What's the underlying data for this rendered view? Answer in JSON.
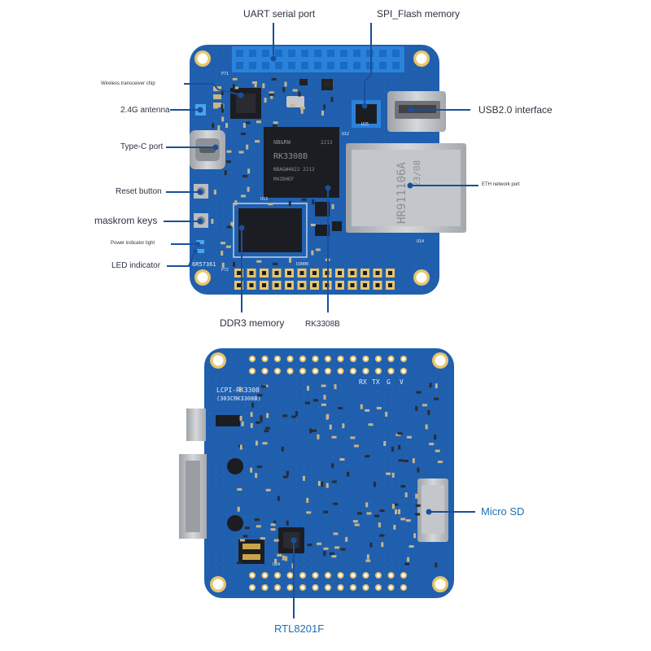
{
  "labels": {
    "uart": "UART serial port",
    "spi_flash": "SPI_Flash memory",
    "wireless_chip": "Wireless transceiver chip",
    "antenna": "2.4G antenna",
    "usb": "USB2.0 interface",
    "typec": "Type-C port",
    "eth": "ETH network port",
    "reset": "Reset button",
    "maskrom": "maskrom keys",
    "power_light": "Power indicator light",
    "led": "LED indicator",
    "ddr3": "DDR3 memory",
    "rk3308b": "RK3308B",
    "micro_sd": "Micro SD",
    "rtl8201f": "RTL8201F"
  },
  "silkscreen": {
    "soc_line1": "NB&RW",
    "soc_line2": "RK3308B",
    "soc_line3": "NBA&W4822 2212",
    "soc_line4": "M42DHEF",
    "soc_year": "2213",
    "eth_mark1": "HR911106A",
    "eth_mark2": "23/08",
    "board_code": "6R57361",
    "ref_u13": "U13",
    "ref_u12": "U12",
    "ref_u14": "U14",
    "ref_u25": "U25",
    "ref_p71": "P71",
    "ref_p72": "P72",
    "ref_u3000": "U3000",
    "ref_u24": "U24",
    "back_name": "LCPI-RK3308",
    "back_code": "(303CRK3308B)",
    "uart_rx": "RX",
    "uart_tx": "TX",
    "uart_g": "G",
    "uart_v": "V"
  },
  "colors": {
    "pcb": "#1f5fae",
    "pcb_dark": "#184f95",
    "header_blue": "#2b82db",
    "chip": "#1c1d22",
    "metal": "#b9bcc0",
    "leader": "#1a4f9c"
  }
}
